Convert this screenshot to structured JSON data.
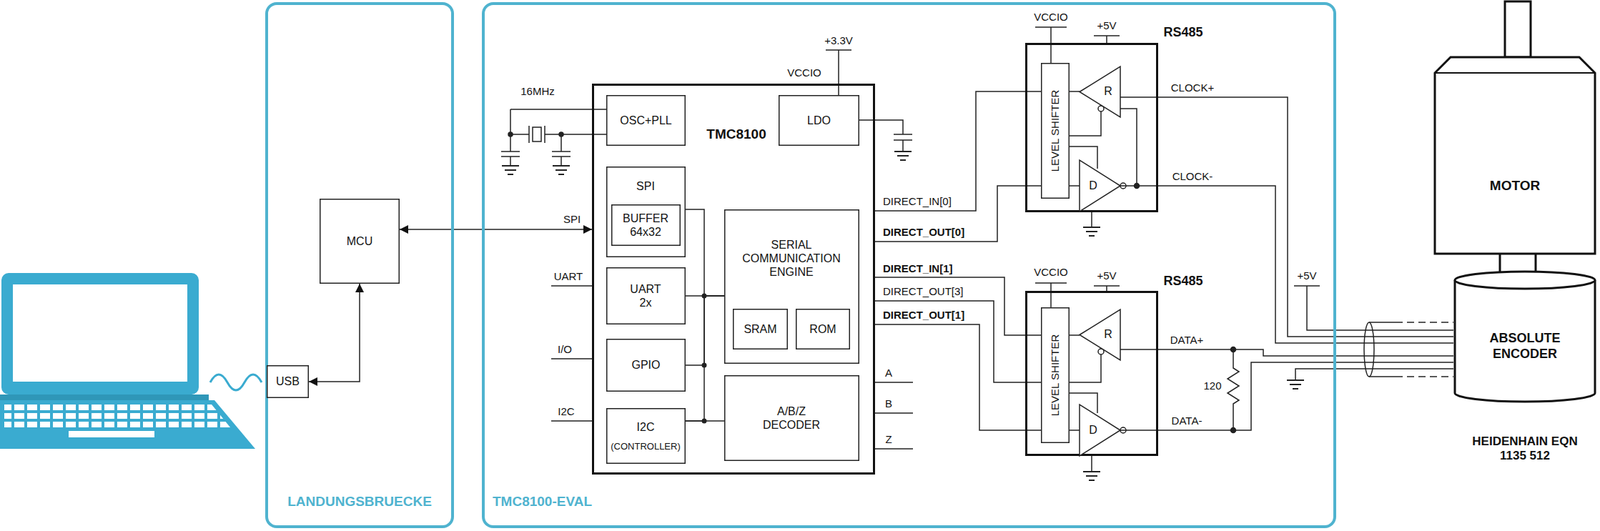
{
  "diagram": {
    "nodes": [
      {
        "text": [
          "LANDUNGSBRUECKE"
        ]
      },
      {
        "text": [
          "MCU"
        ],
        "in": 0
      },
      {
        "text": [
          "USB"
        ],
        "in": 0
      },
      {
        "text": [
          "TMC8100-EVAL"
        ]
      },
      {
        "text": [
          "TMC8100"
        ],
        "in": 3
      },
      {
        "text": [
          "OSC+PLL"
        ],
        "in": 4
      },
      {
        "text": [
          "LDO"
        ],
        "in": 4
      },
      {
        "text": [
          "SPI"
        ],
        "in": 4
      },
      {
        "text": [
          "BUFFER 64x32"
        ],
        "in": 7
      },
      {
        "text": [
          "UART 2x"
        ],
        "in": 4
      },
      {
        "text": [
          "GPIO"
        ],
        "in": 4
      },
      {
        "text": [
          "I2C",
          "(CONTROLLER)"
        ],
        "in": 4
      },
      {
        "text": [
          "SERIAL COMMUNICATION ENGINE"
        ],
        "in": 4
      },
      {
        "text": [
          "SRAM"
        ],
        "in": 12
      },
      {
        "text": [
          "ROM"
        ],
        "in": 12
      },
      {
        "text": [
          "A/B/Z DECODER"
        ],
        "in": 4
      },
      {
        "text": [
          "RS485"
        ],
        "in": 3
      },
      {
        "text": [
          "LEVEL SHIFTER"
        ],
        "in": 16
      },
      {
        "text": [
          "R"
        ],
        "in": 16
      },
      {
        "text": [
          "D"
        ],
        "in": 16
      },
      {
        "text": [
          "RS485"
        ],
        "in": 3
      },
      {
        "text": [
          "LEVEL SHIFTER"
        ],
        "in": 20
      },
      {
        "text": [
          "R"
        ],
        "in": 20
      },
      {
        "text": [
          "D"
        ],
        "in": 20
      },
      {
        "text": [
          "MOTOR"
        ]
      },
      {
        "text": [
          "ABSOLUTE ENCODER",
          "HEIDENHAIN EQN 1135 512"
        ]
      }
    ],
    "edges": [
      {
        "from": 1,
        "to": 4,
        "arrow": "both",
        "label": "SPI"
      },
      {
        "from": 2,
        "to": 1,
        "arrow": "both"
      },
      {
        "from": 7,
        "to": 12,
        "arrow": "none"
      },
      {
        "from": 9,
        "to": 12,
        "arrow": "none"
      },
      {
        "from": 10,
        "to": 12,
        "arrow": "none"
      },
      {
        "from": 11,
        "to": 12,
        "arrow": "none"
      },
      {
        "from": 11,
        "to": 15,
        "arrow": "none"
      },
      {
        "from": 4,
        "to": 17,
        "arrow": "none",
        "label": "DIRECT_IN[0]"
      },
      {
        "from": 4,
        "to": 17,
        "arrow": "none",
        "label": "DIRECT_OUT[0]"
      },
      {
        "from": 4,
        "to": 21,
        "arrow": "none",
        "label": "DIRECT_IN[1]"
      },
      {
        "from": 4,
        "to": 21,
        "arrow": "none",
        "label": "DIRECT_OUT[3]"
      },
      {
        "from": 4,
        "to": 21,
        "arrow": "none",
        "label": "DIRECT_OUT[1]"
      },
      {
        "from": 17,
        "to": 18,
        "arrow": "none"
      },
      {
        "from": 17,
        "to": 19,
        "arrow": "none"
      },
      {
        "from": 21,
        "to": 22,
        "arrow": "none"
      },
      {
        "from": 21,
        "to": 23,
        "arrow": "none"
      },
      {
        "from": 18,
        "to": 25,
        "arrow": "none",
        "label": "CLOCK+"
      },
      {
        "from": 19,
        "to": 25,
        "arrow": "none",
        "label": "CLOCK-"
      },
      {
        "from": 22,
        "to": 25,
        "arrow": "none",
        "label": "DATA+"
      },
      {
        "from": 23,
        "to": 25,
        "arrow": "none",
        "label": "DATA-"
      }
    ],
    "labels": [
      "16MHz",
      "+3.3V",
      "VCCIO",
      "UART",
      "I/O",
      "I2C",
      "A",
      "B",
      "Z",
      "VCCIO",
      "+5V",
      "VCCIO",
      "+5V",
      "120",
      "+5V"
    ]
  }
}
